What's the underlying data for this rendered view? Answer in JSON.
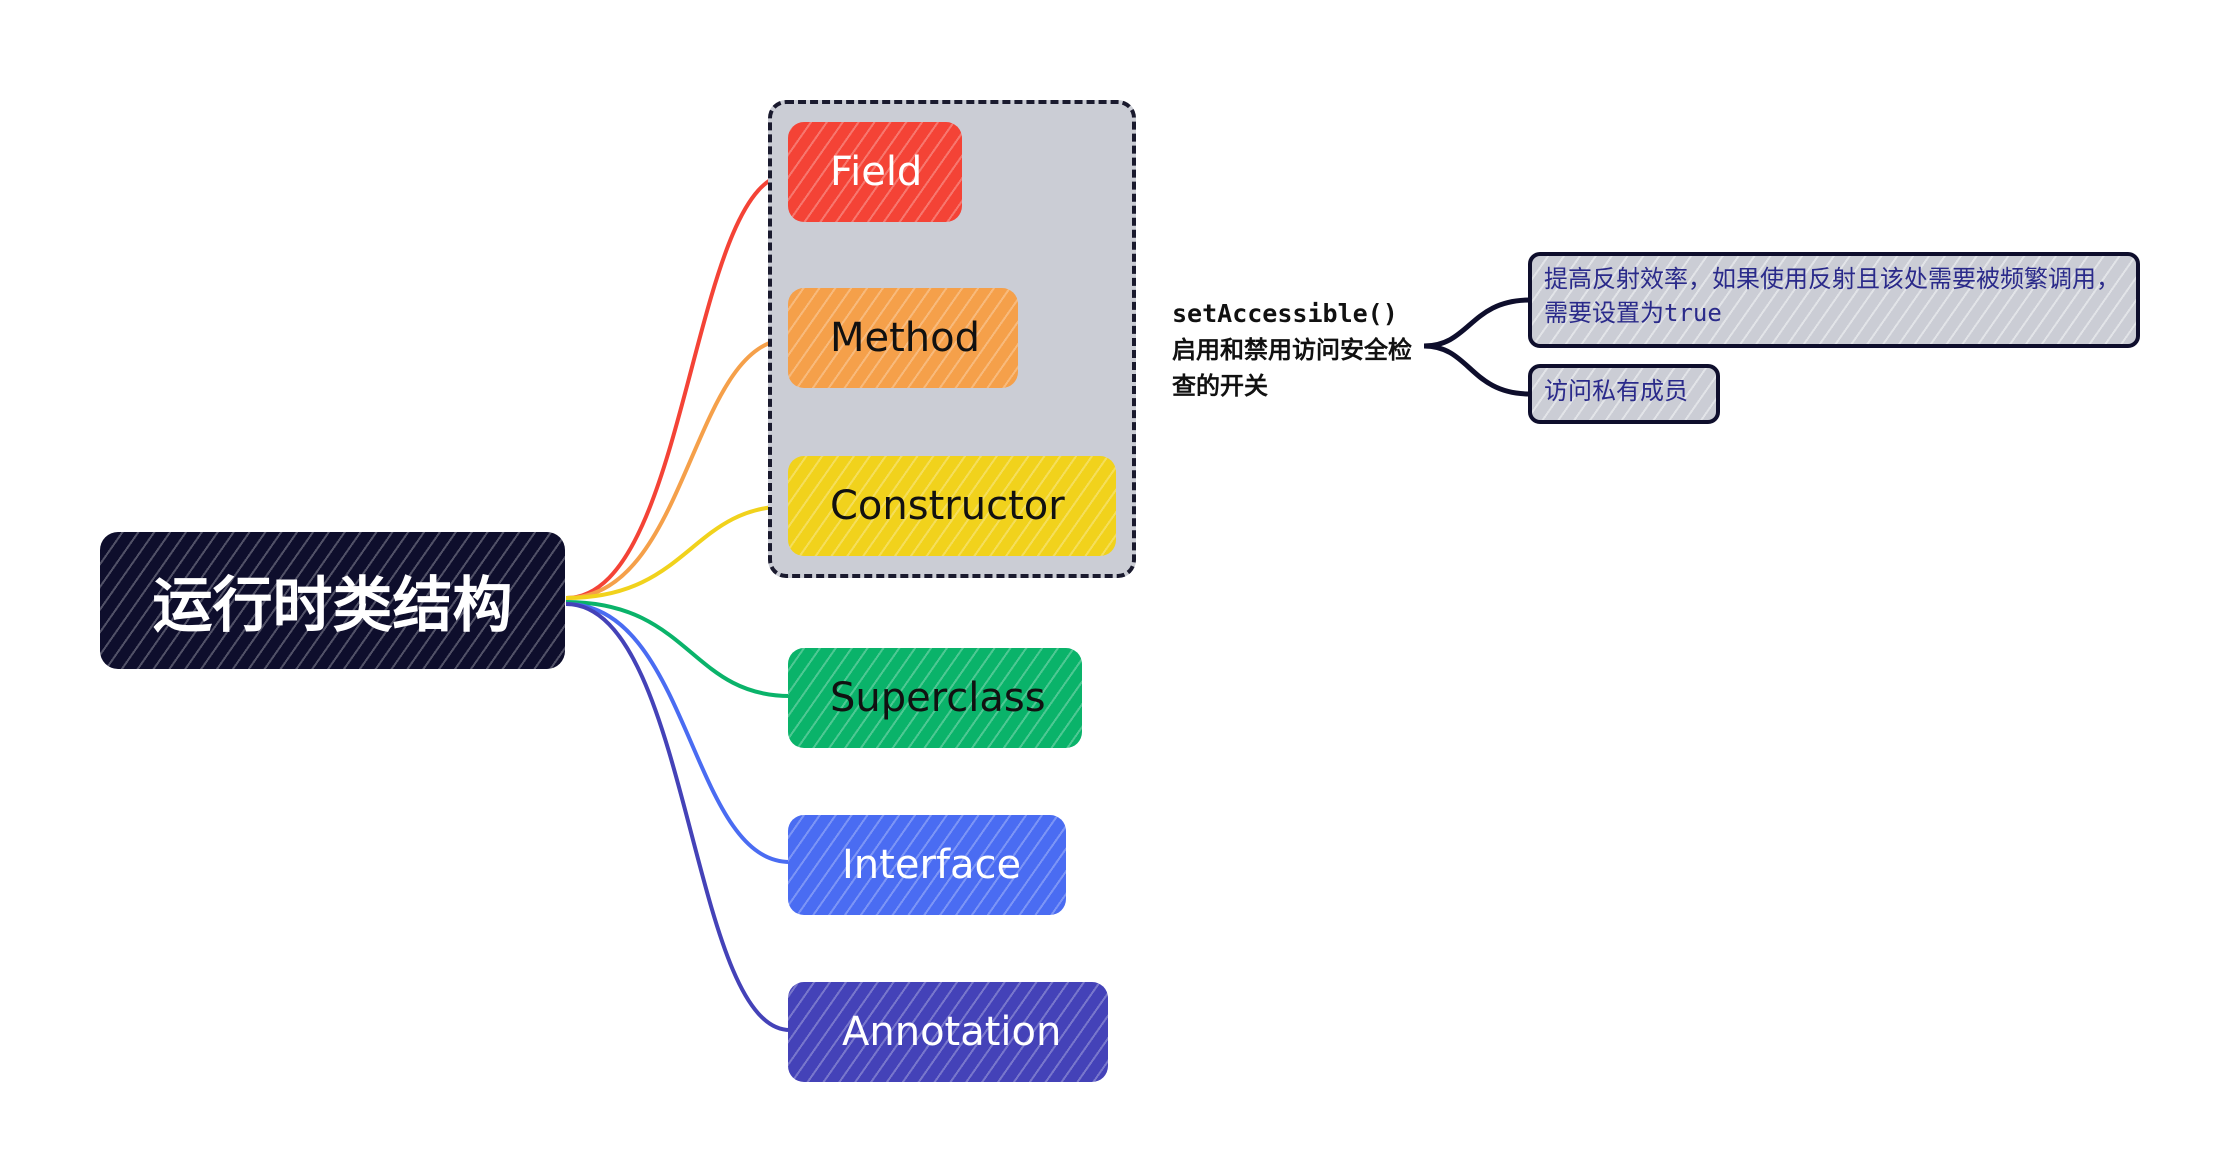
{
  "root": {
    "label": "运行时类结构"
  },
  "branches": [
    {
      "id": "field",
      "label": "Field",
      "color": "#f44336"
    },
    {
      "id": "method",
      "label": "Method",
      "color": "#f5a04a"
    },
    {
      "id": "constructor",
      "label": "Constructor",
      "color": "#f1d21c"
    },
    {
      "id": "superclass",
      "label": "Superclass",
      "color": "#0ab36a"
    },
    {
      "id": "interface",
      "label": "Interface",
      "color": "#4a6cf2"
    },
    {
      "id": "annotation",
      "label": "Annotation",
      "color": "#4442b8"
    }
  ],
  "group_note": {
    "method_name": "setAccessible()",
    "text": "启用和禁用访问安全检查的开关"
  },
  "leaves": [
    {
      "id": "efficiency",
      "text": "提高反射效率，如果使用反射且该处需要被频繁调用，需要设置为",
      "code": "true"
    },
    {
      "id": "private",
      "text": "访问私有成员"
    }
  ]
}
